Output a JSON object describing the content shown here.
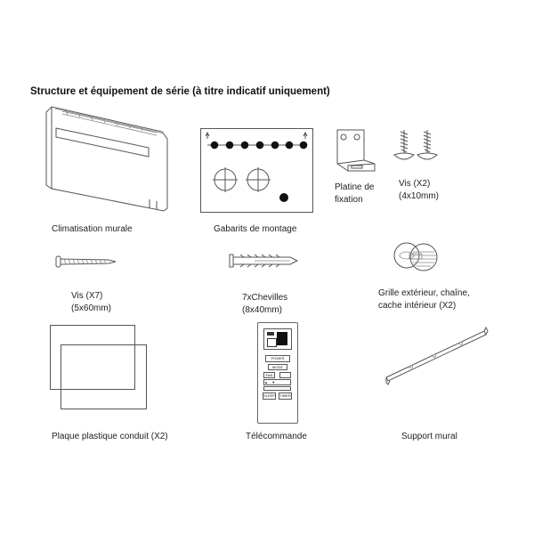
{
  "heading": "Structure et équipement de série (à titre indicatif uniquement)",
  "items": [
    {
      "id": "ac",
      "lines": [
        "Climatisation murale"
      ]
    },
    {
      "id": "templates",
      "lines": [
        "Gabarits de montage"
      ]
    },
    {
      "id": "bracket",
      "lines": [
        "Platine de",
        "fixation"
      ]
    },
    {
      "id": "screws-small",
      "lines": [
        "Vis (X2)",
        "(4x10mm)"
      ]
    },
    {
      "id": "screw-long",
      "lines": [
        "Vis (X7)",
        "(5x60mm)"
      ]
    },
    {
      "id": "anchors",
      "lines": [
        "7xChevilles",
        "(8x40mm)"
      ]
    },
    {
      "id": "grilles",
      "lines": [
        "Grille extérieur, chaîne,",
        "cache intérieur (X2)"
      ]
    },
    {
      "id": "plates",
      "lines": [
        "Plaque plastique conduit (X2)"
      ]
    },
    {
      "id": "remote",
      "lines": [
        "Télécommande"
      ]
    },
    {
      "id": "support",
      "lines": [
        "Support mural"
      ]
    }
  ],
  "remote_buttons": [
    "POWER",
    "MODE",
    "FAN",
    "SLEEP",
    "TIMER"
  ]
}
